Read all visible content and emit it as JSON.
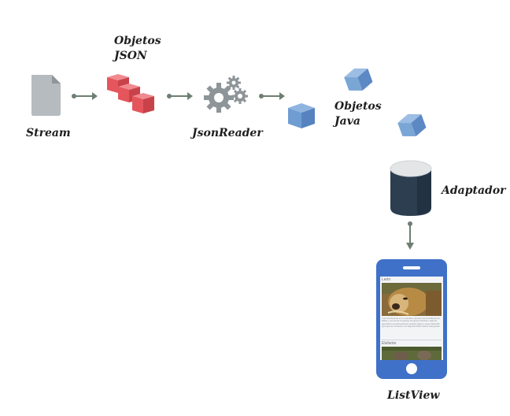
{
  "labels": {
    "json_objects": [
      "Objetos",
      "JSON"
    ],
    "stream": "Stream",
    "json_reader": "JsonReader",
    "java_objects": [
      "Objetos",
      "Java"
    ],
    "adapter": "Adaptador",
    "list_view": "ListView"
  },
  "phone": {
    "items": [
      {
        "title": "León",
        "description": "León Panthera leo es un mamífero carnívoro de la familia de los félidos y una de las 5 especies del género Panthera. Algunos ejemplares excepcionalmente grandes llegan a pesar hasta 250 kg lo que los convierte en el segundo félido viviente más grande."
      },
      {
        "title": "Elefante",
        "description": ""
      }
    ]
  },
  "colors": {
    "arrow": "#6e7f72",
    "json_cube": "#e5555c",
    "java_cube": "#5d8fc8",
    "gear": "#8e9599",
    "document": "#b5bbbf",
    "adapter_top": "#e3e5e6",
    "adapter_body": "#2c3e50",
    "phone": "#3f71c8"
  },
  "icons": [
    "document-icon",
    "json-cubes-icon",
    "gears-icon",
    "java-cube-icon",
    "database-icon",
    "phone-icon"
  ]
}
